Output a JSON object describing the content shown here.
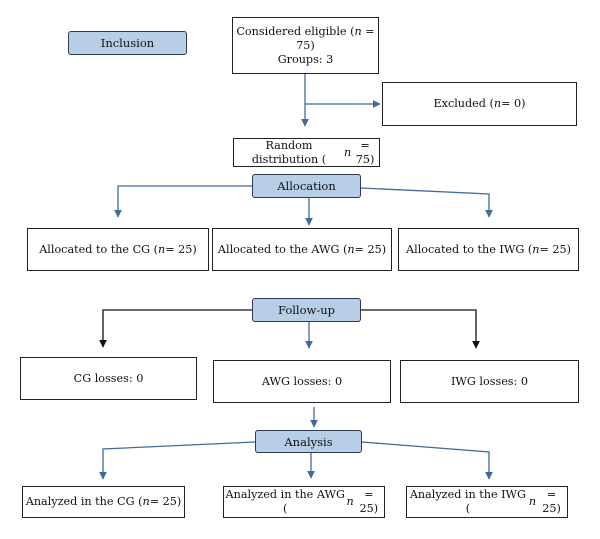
{
  "stages": {
    "inclusion": "Inclusion",
    "allocation": "Allocation",
    "follow_up": "Follow-up",
    "analysis": "Analysis"
  },
  "eligible": {
    "line1_pre": "Considered eligible (",
    "n_symbol": "n",
    "line1_post": " = 75)",
    "line2": "Groups: 3"
  },
  "excluded": {
    "pre": "Excluded (",
    "n_symbol": "n",
    "post": " = 0)"
  },
  "random": {
    "pre": "Random distribution (",
    "n_symbol": "n",
    "post": " = 75)"
  },
  "allocated": [
    {
      "pre": "Allocated to the CG (",
      "n_symbol": "n",
      "post": " = 25)"
    },
    {
      "pre": "Allocated to the AWG (",
      "n_symbol": "n",
      "post": " = 25)"
    },
    {
      "pre": "Allocated to the IWG (",
      "n_symbol": "n",
      "post": " = 25)"
    }
  ],
  "losses": [
    "CG losses: 0",
    "AWG losses: 0",
    "IWG losses: 0"
  ],
  "analyzed": [
    {
      "pre": "Analyzed in the CG (",
      "n_symbol": "n",
      "post": " = 25)"
    },
    {
      "pre": "Analyzed in the AWG (",
      "n_symbol": "n",
      "post": " = 25)"
    },
    {
      "pre": "Analyzed in the IWG (",
      "n_symbol": "n",
      "post": " = 25)"
    }
  ],
  "colors": {
    "stage_fill": "#b8cde6",
    "arrow_blue": "#3f6b9a",
    "arrow_black": "#111111"
  }
}
